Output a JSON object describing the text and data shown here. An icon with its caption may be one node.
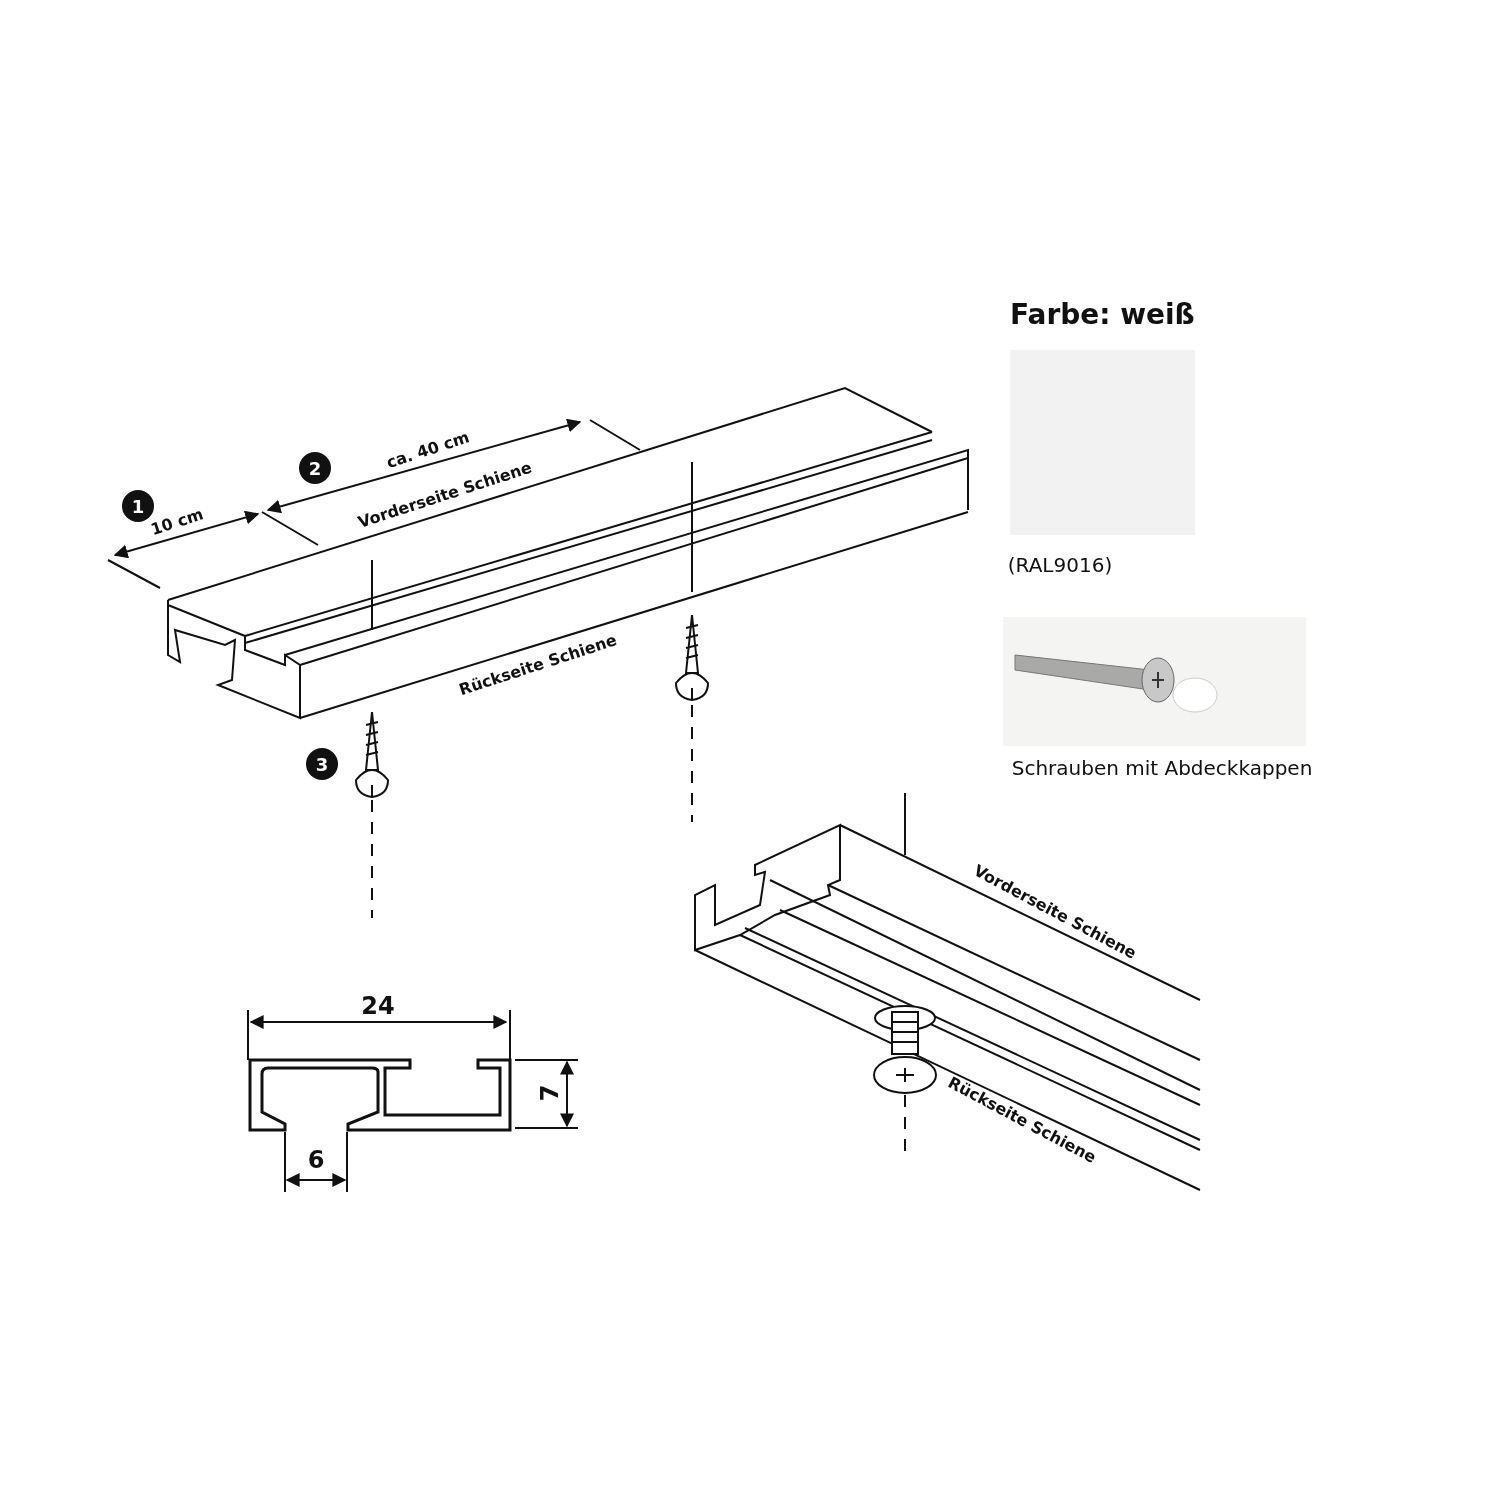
{
  "diagram": {
    "labels": [
      "ca. 40 cm",
      "2",
      "1",
      "10 cm",
      "Vorderseite Schiene",
      "Rückseite Schiene",
      "3",
      "(RAL9016)",
      "Schrauben mit Abdeckkappen",
      "Vorderseite Schiene",
      "24",
      "Rückseite Schiene",
      "7",
      "6"
    ],
    "legend": [
      {
        "text": "Farbe: weiß",
        "color": "#f2f2f2"
      }
    ]
  }
}
